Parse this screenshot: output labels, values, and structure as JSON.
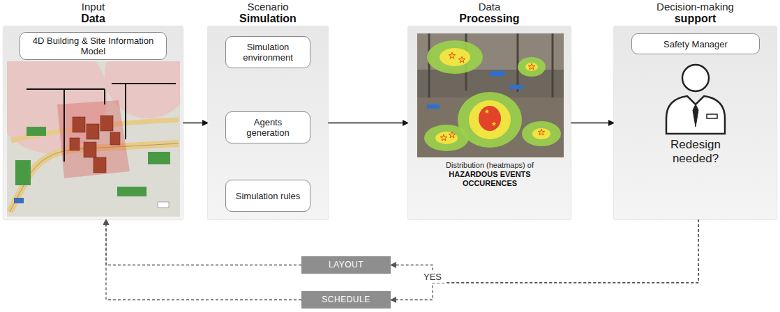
{
  "diagram": {
    "nodes": [
      {
        "text": [
          "Input",
          "Data"
        ]
      },
      {
        "text": [
          "4D Building & Site Information Model"
        ],
        "in": 0
      },
      {
        "text": [
          "Scenario",
          "Simulation"
        ]
      },
      {
        "text": [
          "Simulation environment"
        ],
        "in": 2
      },
      {
        "text": [
          "Agents generation"
        ],
        "in": 2
      },
      {
        "text": [
          "Simulation rules"
        ],
        "in": 2
      },
      {
        "text": [
          "Data",
          "Processing",
          "Distribution (heatmaps) of",
          "HAZARDOUS EVENTS OCCURENCES"
        ]
      },
      {
        "text": [
          "Decision-making",
          "support",
          "Redesign needed?"
        ]
      },
      {
        "text": [
          "Safety Manager"
        ],
        "in": 7
      },
      {
        "text": [
          "LAYOUT"
        ]
      },
      {
        "text": [
          "SCHEDULE"
        ]
      }
    ],
    "edges": [
      {
        "from": 0,
        "to": 2,
        "arrow": "to"
      },
      {
        "from": 2,
        "to": 6,
        "arrow": "to"
      },
      {
        "from": 6,
        "to": 7,
        "arrow": "to"
      },
      {
        "from": 7,
        "to": 9,
        "label": "YES",
        "arrow": "to"
      },
      {
        "from": 7,
        "to": 10,
        "arrow": "to"
      },
      {
        "from": 9,
        "to": 0,
        "arrow": "to"
      },
      {
        "from": 10,
        "to": 0,
        "arrow": "to"
      }
    ]
  }
}
